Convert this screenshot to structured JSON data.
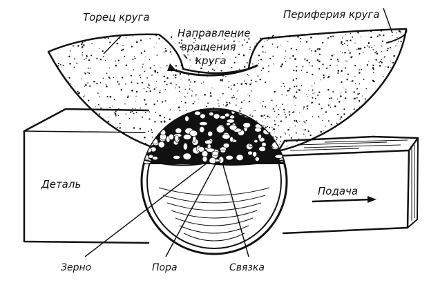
{
  "labels": {
    "wheel_face": "Торец круга",
    "rotation_line1": "Направление",
    "rotation_line2": "вращения",
    "rotation_line3": "круга",
    "wheel_periphery": "Периферия круга",
    "workpiece": "Деталь",
    "feed": "Подача",
    "grain": "Зерно",
    "pore": "Пора",
    "bond": "Связка"
  },
  "icons": {
    "rotation_arrow": "curved-arrow-icon",
    "feed_arrow": "arrow-right-icon"
  },
  "colors": {
    "ink": "#111111",
    "paper": "#ffffff"
  }
}
